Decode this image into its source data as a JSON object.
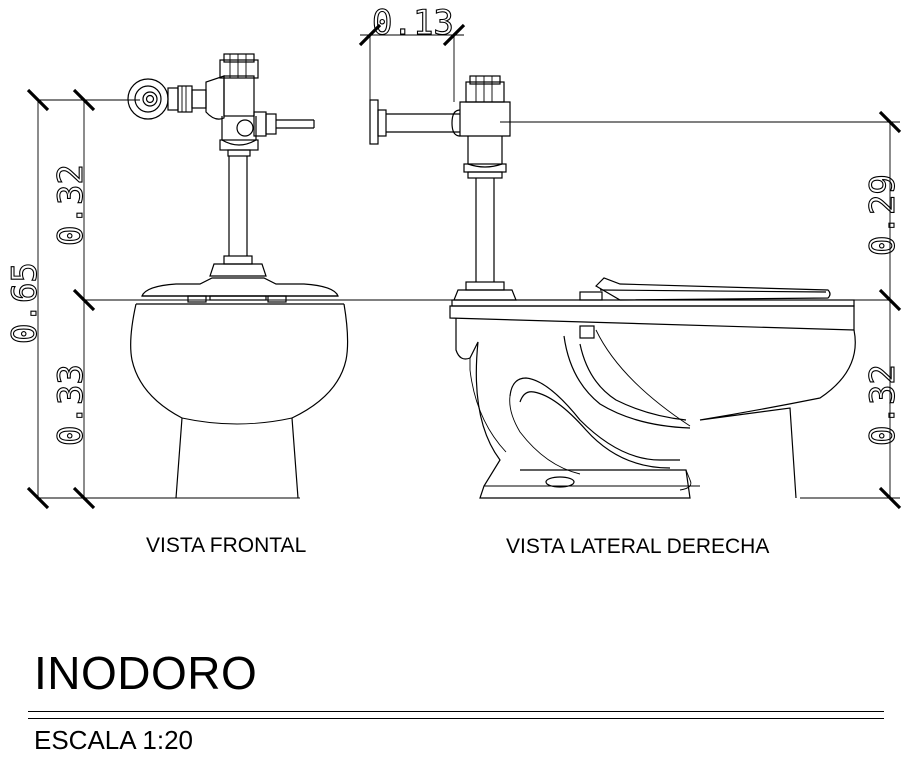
{
  "drawing": {
    "title": "INODORO",
    "scale_label": "ESCALA 1:20",
    "views": {
      "front": "VISTA FRONTAL",
      "side": "VISTA LATERAL DERECHA"
    },
    "dimensions": {
      "front_total": "0.65",
      "front_upper": "0.32",
      "front_lower": "0.33",
      "side_offset": "0.13",
      "side_upper": "0.29",
      "side_lower": "0.32"
    }
  }
}
